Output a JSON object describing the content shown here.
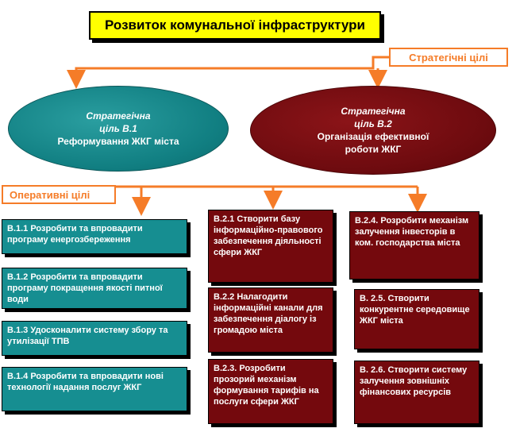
{
  "title": "Розвиток комунальної інфраструктури",
  "strategic_label": "Стратегічні цілі",
  "operative_label": "Оперативні цілі",
  "goals": [
    {
      "heading": "Стратегічна",
      "code": "ціль В.1",
      "name": "Реформування ЖКГ міста"
    },
    {
      "heading": "Стратегічна",
      "code": "ціль В.2",
      "name_line1": "Організація ефективної",
      "name_line2": "роботи ЖКГ"
    }
  ],
  "tasks_col1": [
    "В.1.1 Розробити та впровадити програму енергозбереження",
    "В.1.2 Розробити та впровадити програму покращення якості питної води",
    "В.1.3 Удосконалити систему збору та утилізації ТПВ",
    "В.1.4 Розробити та впровадити нові технології надання послуг ЖКГ"
  ],
  "tasks_col2": [
    "В.2.1 Створити базу інформаційно-правового забезпечення діяльності сфери ЖКГ",
    "В.2.2 Налагодити інформаційні канали для забезпечення діалогу із громадою міста",
    "В.2.3. Розробити прозорий механізм формування тарифів на послуги сфери ЖКГ"
  ],
  "tasks_col3": [
    "В.2.4. Розробити механізм залучення інвесторів в ком. господарства міста",
    "В. 2.5. Створити конкурентне середовище ЖКГ міста",
    "В. 2.6. Створити систему залучення зовнішніх фінансових ресурсів"
  ],
  "colors": {
    "accent": "#f57c28",
    "teal": "#168e91",
    "maroon": "#74090d",
    "title_bg": "#ffff00"
  }
}
